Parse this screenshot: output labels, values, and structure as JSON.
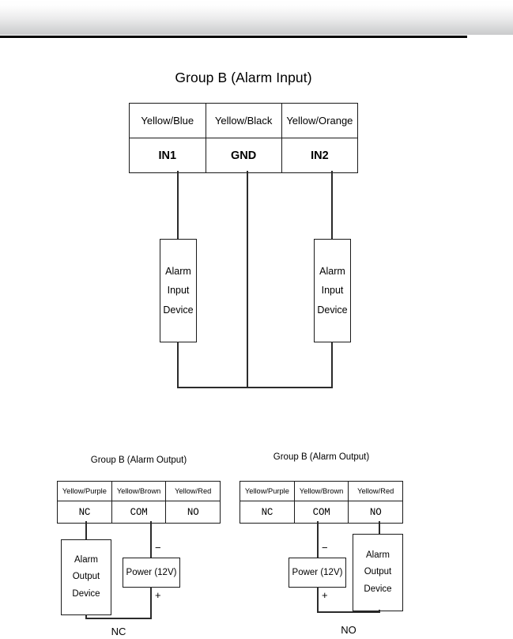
{
  "page": {
    "background_color": "#ffffff",
    "line_color": "#2b2b2b",
    "header_rule_color": "#000000"
  },
  "alarm_input": {
    "title": "Group B (Alarm Input)",
    "table": {
      "wire_colors": [
        "Yellow/Blue",
        "Yellow/Black",
        "Yellow/Orange"
      ],
      "terminals": [
        "IN1",
        "GND",
        "IN2"
      ]
    },
    "devices": [
      {
        "lines": [
          "Alarm",
          "Input",
          "Device"
        ]
      },
      {
        "lines": [
          "Alarm",
          "Input",
          "Device"
        ]
      }
    ]
  },
  "alarm_output_nc": {
    "title": "Group B (Alarm Output)",
    "table": {
      "wire_colors": [
        "Yellow/Purple",
        "Yellow/Brown",
        "Yellow/Red"
      ],
      "terminals": [
        "NC",
        "COM",
        "NO"
      ]
    },
    "device": {
      "lines": [
        "Alarm",
        "Output",
        "Device"
      ]
    },
    "power": {
      "label": "Power (12V)",
      "negative": "−",
      "positive": "+"
    },
    "footer": "NC"
  },
  "alarm_output_no": {
    "title": "Group B (Alarm Output)",
    "table": {
      "wire_colors": [
        "Yellow/Purple",
        "Yellow/Brown",
        "Yellow/Red"
      ],
      "terminals": [
        "NC",
        "COM",
        "NO"
      ]
    },
    "device": {
      "lines": [
        "Alarm",
        "Output",
        "Device"
      ]
    },
    "power": {
      "label": "Power (12V)",
      "negative": "−",
      "positive": "+"
    },
    "footer": "NO"
  }
}
